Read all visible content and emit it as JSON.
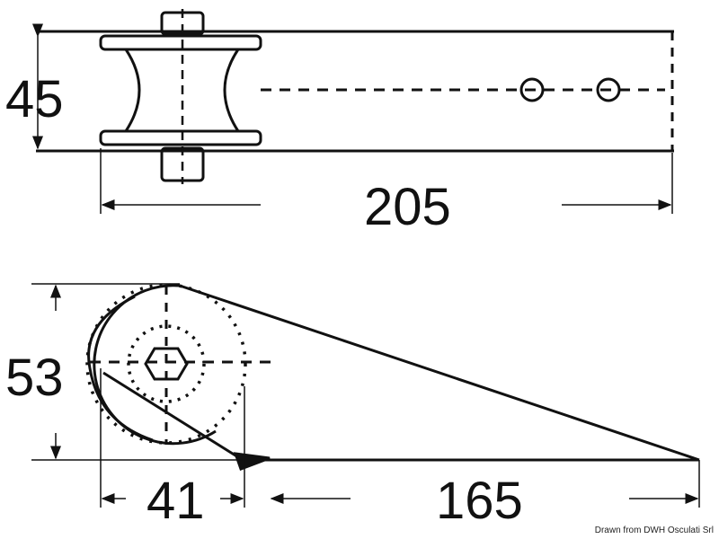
{
  "top_view": {
    "height_label": "45",
    "length_label": "205"
  },
  "side_view": {
    "height_label": "53",
    "roller_offset_label": "41",
    "tail_length_label": "165"
  },
  "credit": "Drawn from DWH Osculati Srl"
}
